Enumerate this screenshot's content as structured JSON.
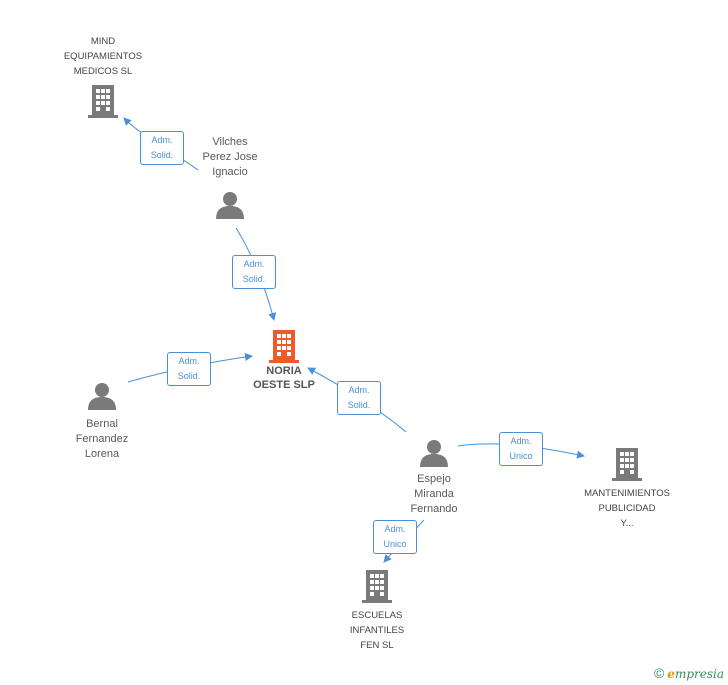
{
  "colors": {
    "edge": "#4a8fd8",
    "company": "#7a7a7a",
    "center_company": "#f05a28",
    "person": "#7a7a7a"
  },
  "nodes": {
    "center": {
      "label": "NORIA\nOESTE SLP",
      "icon": "building-icon"
    },
    "mind": {
      "label": "MIND\nEQUIPAMIENTOS\nMEDICOS SL",
      "icon": "building-icon"
    },
    "vilches": {
      "label": "Vilches\nPerez Jose\nIgnacio",
      "icon": "person-icon"
    },
    "bernal": {
      "label": "Bernal\nFernandez\nLorena",
      "icon": "person-icon"
    },
    "espejo": {
      "label": "Espejo\nMiranda\nFernando",
      "icon": "person-icon"
    },
    "mantenimientos": {
      "label": "MANTENIMIENTOS\nPUBLICIDAD\nY...",
      "icon": "building-icon"
    },
    "escuelas": {
      "label": "ESCUELAS\nINFANTILES\nFEN SL",
      "icon": "building-icon"
    }
  },
  "relations": [
    {
      "id": "vilches-mind",
      "line1": "Adm.",
      "line2": "Solid."
    },
    {
      "id": "vilches-center",
      "line1": "Adm.",
      "line2": "Solid."
    },
    {
      "id": "bernal-center",
      "line1": "Adm.",
      "line2": "Solid."
    },
    {
      "id": "espejo-center",
      "line1": "Adm.",
      "line2": "Solid."
    },
    {
      "id": "espejo-mantenimientos",
      "line1": "Adm.",
      "line2": "Unico"
    },
    {
      "id": "espejo-escuelas",
      "line1": "Adm.",
      "line2": "Unico"
    }
  ],
  "footer": {
    "copyright": "©",
    "brand_initial": "e",
    "brand_rest": "mpresia"
  }
}
